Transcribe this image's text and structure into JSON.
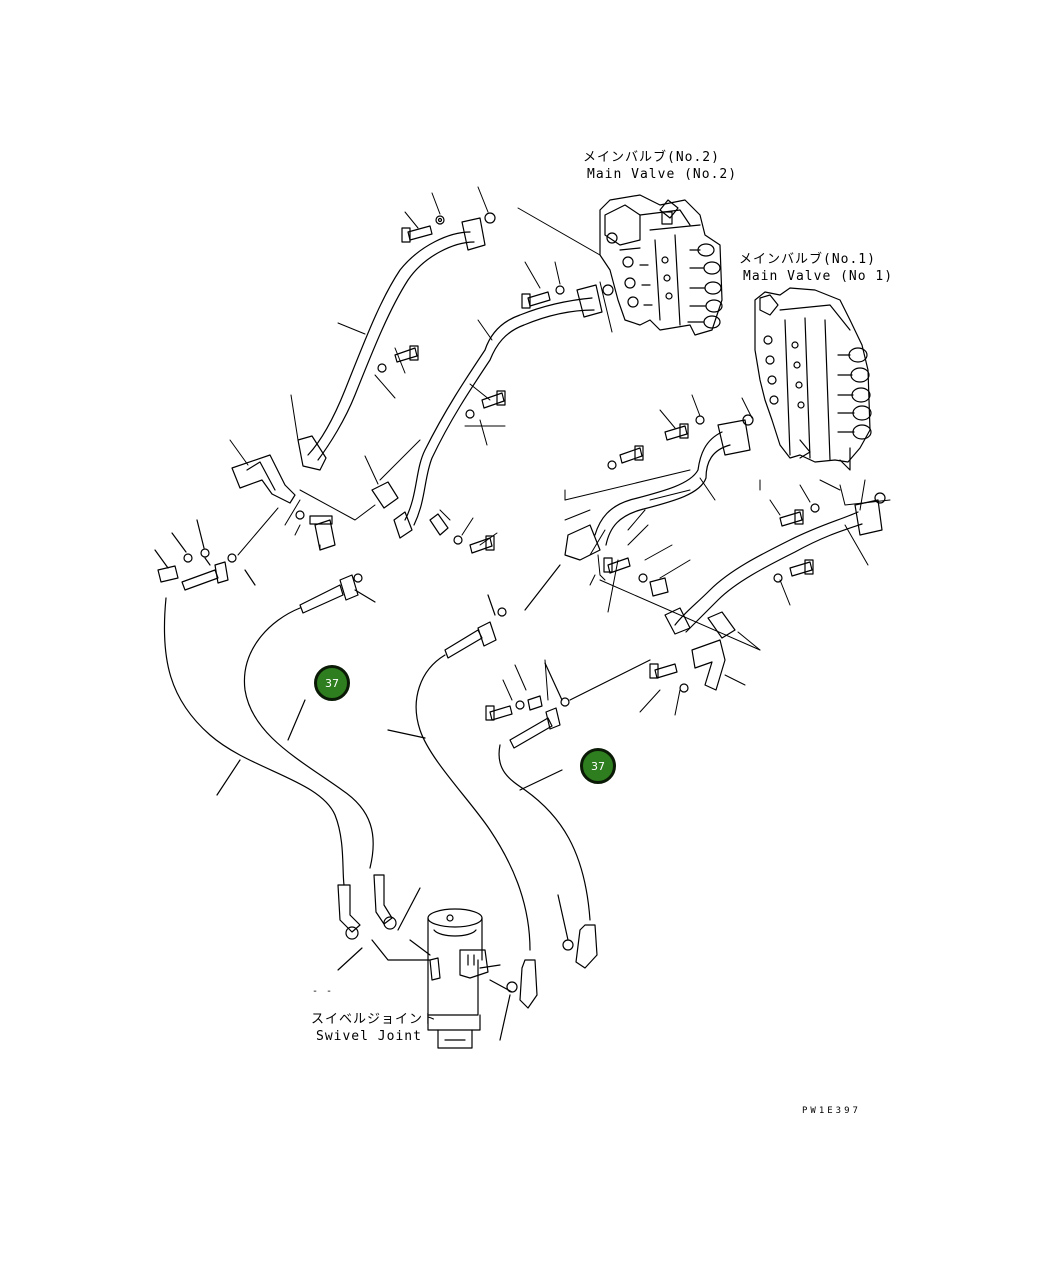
{
  "labels": {
    "main_valve_2_jp": "メインバルブ(No.2)",
    "main_valve_2_en": "Main Valve (No.2)",
    "main_valve_1_jp": "メインバルブ(No.1)",
    "main_valve_1_en": "Main Valve (No 1)",
    "swivel_jp": "スイベルジョイント",
    "swivel_en": "Swivel Joint",
    "dash": "- -",
    "drawing_code": "PW1E397"
  },
  "callouts": [
    {
      "number": "37",
      "color": "#2e7d1f"
    },
    {
      "number": "37",
      "color": "#2e7d1f"
    }
  ]
}
